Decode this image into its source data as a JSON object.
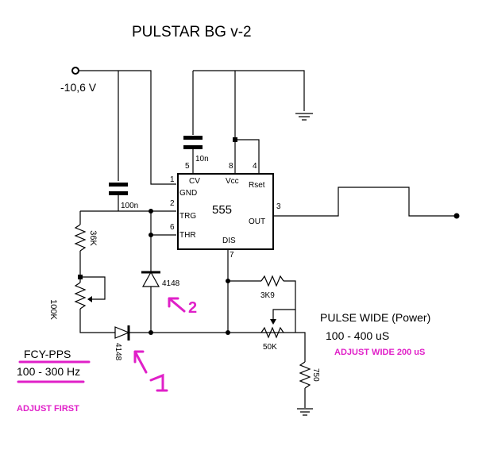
{
  "title": "PULSTAR BG  v-2",
  "supply": {
    "label": "-10,6 V"
  },
  "ic": {
    "name": "555",
    "pins": {
      "gnd": {
        "num": "1",
        "label": "GND"
      },
      "trg": {
        "num": "2",
        "label": "TRG"
      },
      "out": {
        "num": "3",
        "label": "OUT"
      },
      "rset": {
        "num": "4",
        "label": "Rset"
      },
      "cv": {
        "num": "5",
        "label": "CV"
      },
      "thr": {
        "num": "6",
        "label": "THR"
      },
      "dis": {
        "num": "7",
        "label": "DIS"
      },
      "vcc": {
        "num": "8",
        "label": "Vcc"
      }
    }
  },
  "components": {
    "c_cv": "10n",
    "c_timing": "100n",
    "r_36k": "36K",
    "pot_100k": "100K",
    "d_1": "4148",
    "d_2": "4148",
    "r_3k9": "3K9",
    "pot_50k": "50K",
    "r_750": "750"
  },
  "annotations": {
    "pulse_title": "PULSE WIDE (Power)",
    "pulse_range": "100 - 400 uS",
    "pulse_adjust": "ADJUST WIDE 200 uS",
    "freq_title": "FCY-PPS",
    "freq_range": "100 - 300 Hz",
    "freq_adjust": "ADJUST FIRST",
    "marker_1": "1",
    "marker_2": "2"
  },
  "colors": {
    "annotation": "#e020c8",
    "wire": "#000000"
  }
}
